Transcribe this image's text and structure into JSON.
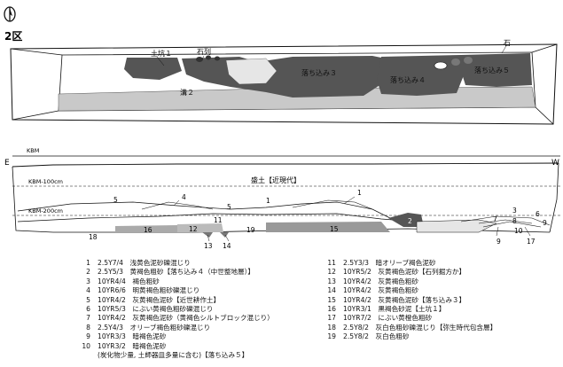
{
  "area_label": "2区",
  "plan": {
    "labels": {
      "pit1": "土坑１",
      "stone_row": "石列",
      "fall3": "落ち込み３",
      "fall4": "落ち込み４",
      "fall5": "落ち込み５",
      "ditch2": "溝２",
      "stone": "石"
    }
  },
  "section": {
    "kbm": "KBM",
    "kbm100": "KBM-100cm",
    "kbm200": "KBM-200cm",
    "east": "E",
    "west": "W",
    "fill_label": "盛土【近現代】",
    "layer_numbers": {
      "n5a": "5",
      "n4": "4",
      "n5b": "5",
      "n1a": "1",
      "n1b": "1",
      "n2": "2",
      "n3": "3",
      "n6": "6",
      "n7": "7",
      "n8": "8",
      "n9a": "9",
      "n9b": "9",
      "n10": "10",
      "n11": "11",
      "n12": "12",
      "n13": "13",
      "n14": "14",
      "n15": "15",
      "n16": "16",
      "n17": "17",
      "n18": "18",
      "n19": "19"
    }
  },
  "legend_left": [
    {
      "no": "1",
      "text": "2.5Y7/4　浅黄色泥砂礫混じり"
    },
    {
      "no": "2",
      "text": "2.5Y5/3　黄褐色粗砂【落ち込み４（中世整地層）】"
    },
    {
      "no": "3",
      "text": "10YR4/4　褐色粗砂"
    },
    {
      "no": "4",
      "text": "10YR6/6　明黄褐色粗砂礫混じり"
    },
    {
      "no": "5",
      "text": "10YR4/2　灰黄褐色泥砂【近世耕作土】"
    },
    {
      "no": "6",
      "text": "10YR5/3　にぶい黄褐色粗砂礫混じり"
    },
    {
      "no": "7",
      "text": "10YR4/2　灰黄褐色泥砂（黄褐色シルトブロック混じり）"
    },
    {
      "no": "8",
      "text": "2.5Y4/3　オリーブ褐色粗砂礫混じり"
    },
    {
      "no": "9",
      "text": "10YR3/3　暗褐色泥砂"
    },
    {
      "no": "10",
      "text": "10YR3/2　暗褐色泥砂"
    },
    {
      "no": "",
      "text": "(炭化物少量, 土師器皿多量に含む)【落ち込み５】"
    }
  ],
  "legend_right": [
    {
      "no": "11",
      "text": "2.5Y3/3　暗オリーブ褐色泥砂"
    },
    {
      "no": "12",
      "text": "10YR5/2　灰黄褐色泥砂【石列掘方か】"
    },
    {
      "no": "13",
      "text": "10YR4/2　灰黄褐色粗砂"
    },
    {
      "no": "14",
      "text": "10YR4/2　灰黄褐色粗砂"
    },
    {
      "no": "15",
      "text": "10YR4/2　灰黄褐色泥砂【落ち込み３】"
    },
    {
      "no": "16",
      "text": "10YR3/1　黒褐色砂泥【土坑１】"
    },
    {
      "no": "17",
      "text": "10YR7/2　にぶい黄橙色粗砂"
    },
    {
      "no": "18",
      "text": "2.5Y8/2　灰白色粗砂礫混じり【弥生時代包含層】"
    },
    {
      "no": "19",
      "text": "2.5Y8/2　灰白色粗砂"
    }
  ]
}
